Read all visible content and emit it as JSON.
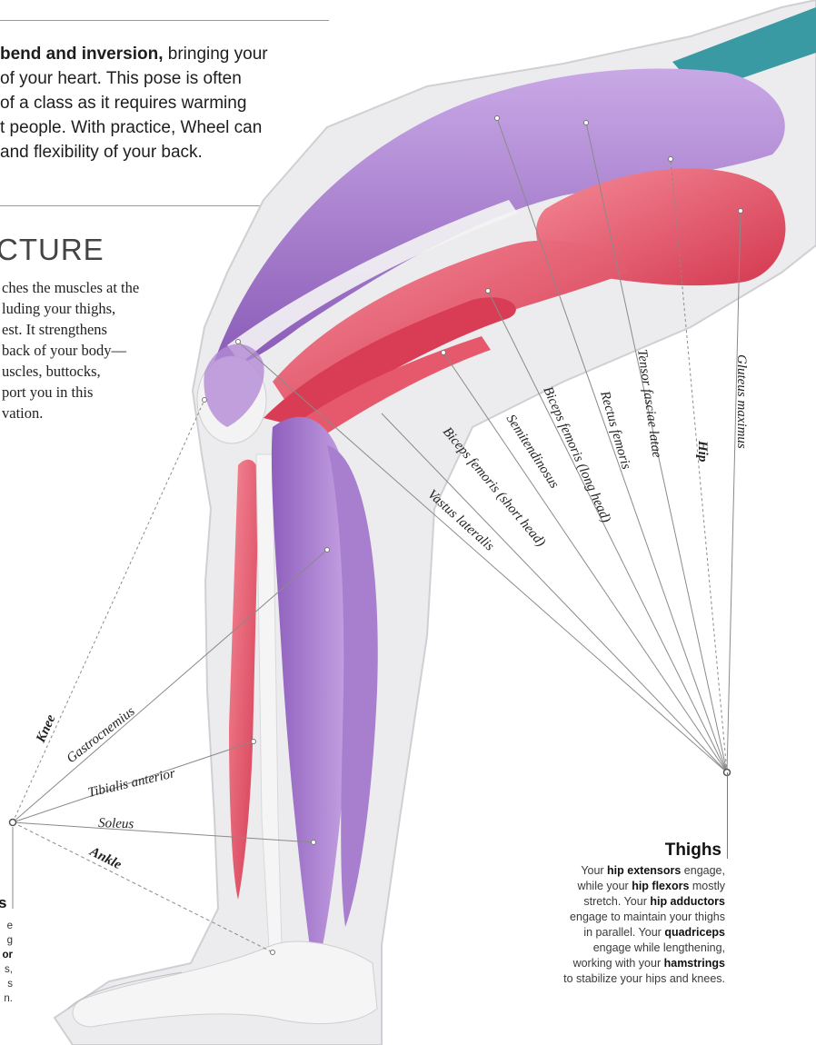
{
  "intro": {
    "lines": [
      {
        "bold": "bend and inversion,",
        "text": " bringing your"
      },
      {
        "bold": "",
        "text": "of your heart. This pose is often"
      },
      {
        "bold": "",
        "text": "of a class as it requires warming"
      },
      {
        "bold": "",
        "text": "t people. With practice, Wheel can"
      },
      {
        "bold": "",
        "text": " and flexibility of your back."
      }
    ]
  },
  "section_heading": "CTURE",
  "body_lines": [
    "ches the muscles at the",
    "luding your thighs,",
    "est. It strengthens",
    "back of your body—",
    "uscles, buttocks,",
    "port you in this",
    "vation."
  ],
  "left_caption": {
    "title": "s",
    "lines": [
      "e",
      "g",
      "or",
      "s,",
      "s",
      "n."
    ]
  },
  "labels": {
    "gluteus_maximus": "Gluteus maximus",
    "hip": "Hip",
    "tensor_fasciae_latae": "Tensor fasciae latae",
    "rectus_femoris": "Rectus femoris",
    "biceps_long": "Biceps femoris (long head)",
    "semitendinosus": "Semitendinosus",
    "biceps_short": "Biceps femoris (short head)",
    "vastus_lateralis": "Vastus lateralis",
    "knee": "Knee",
    "gastrocnemius": "Gastrocnemius",
    "tibialis_anterior": "Tibialis anterior",
    "soleus": "Soleus",
    "ankle": "Ankle"
  },
  "thighs": {
    "title": "Thighs",
    "lines": [
      [
        {
          "t": "Your ",
          "b": false
        },
        {
          "t": "hip extensors",
          "b": true
        },
        {
          "t": " engage,",
          "b": false
        }
      ],
      [
        {
          "t": "while your ",
          "b": false
        },
        {
          "t": "hip flexors",
          "b": true
        },
        {
          "t": " mostly",
          "b": false
        }
      ],
      [
        {
          "t": "stretch. Your ",
          "b": false
        },
        {
          "t": "hip adductors",
          "b": true
        }
      ],
      [
        {
          "t": "engage to maintain your thighs",
          "b": false
        }
      ],
      [
        {
          "t": "in parallel.  Your ",
          "b": false
        },
        {
          "t": "quadriceps",
          "b": true
        }
      ],
      [
        {
          "t": "engage while lengthening,",
          "b": false
        }
      ],
      [
        {
          "t": "working with your ",
          "b": false
        },
        {
          "t": "hamstrings",
          "b": true
        }
      ],
      [
        {
          "t": "to stabilize your hips and knees.",
          "b": false
        }
      ]
    ]
  },
  "colors": {
    "purple": "#9a6fc4",
    "purple_light": "#c7a9e0",
    "red": "#e2485c",
    "red_light": "#f08a96",
    "teal": "#3a9aa3",
    "bone": "#f2f2f2",
    "skin": "#e4e4e6"
  }
}
